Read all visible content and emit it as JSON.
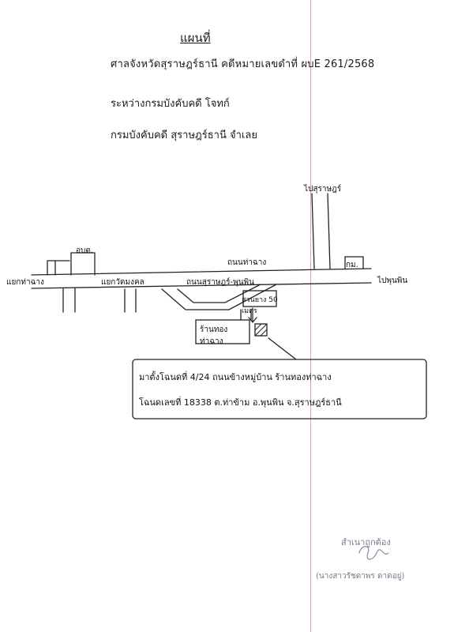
{
  "header": {
    "title": "แผนที่",
    "line1": "ศาลจังหวัดสุราษฎร์ธานี คดีหมายเลขดำที่ ผบE 261/2568",
    "line2": "ระหว่างกรมบังคับคดี โจทก์",
    "line3": "กรมบังคับคดี สุราษฎร์ธานี จำเลย"
  },
  "map": {
    "label_north_road": "ไปสุราษฎร์",
    "label_ops": "อบต.",
    "label_road_main": "ถนนท่าฉาง",
    "label_junction_left": "แยกท่าฉาง",
    "label_junction_mid": "แยกวัดมงคล",
    "label_road_sub": "ถนนสุราษฎร์-พุนพิน",
    "label_km": "กม.",
    "label_right": "ไปพุนพิน",
    "label_park": "สวนยาง 50 เมตร",
    "label_shop": "ร้านทอง ท่าฉาง"
  },
  "property_box": {
    "line1": "มาตั้งโฉนดที่ 4/24 ถนนข้างหมู่บ้าน ร้านทองท่าฉาง",
    "line2": "โฉนดเลขที่ 18338 ต.ท่าข้าม อ.พุนพิน จ.สุราษฎร์ธานี"
  },
  "footer": {
    "certify": "สำเนาถูกต้อง",
    "signer": "(นางสาวรัชดาพร ดาดอยู่)"
  }
}
